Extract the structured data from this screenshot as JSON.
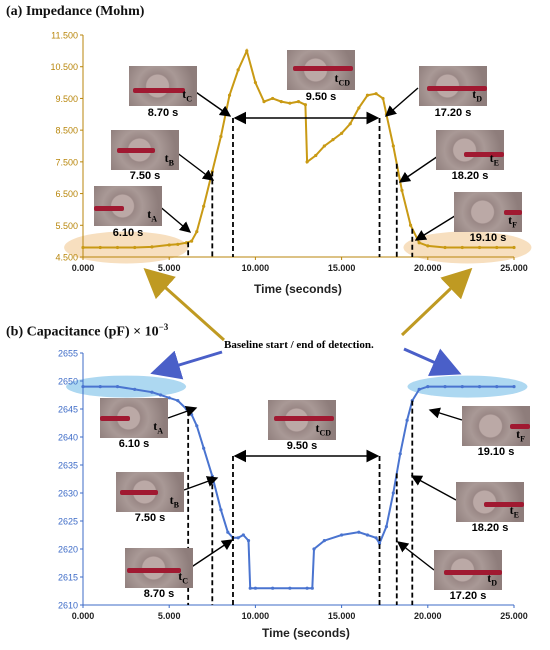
{
  "panel_a": {
    "title": "(a) Impedance (Mohm)",
    "xlabel_main": "Time",
    "xlabel_unit": "(seconds)"
  },
  "panel_b": {
    "title": "(b) Capacitance (pF) × 10",
    "title_exp": "−3",
    "xlabel_main": "Time",
    "xlabel_unit": "(seconds)"
  },
  "callout": "Baseline start / end of detection.",
  "snapshots_a": [
    {
      "id": "A",
      "sub": "A",
      "time": "6.10 s"
    },
    {
      "id": "B",
      "sub": "B",
      "time": "7.50 s"
    },
    {
      "id": "C",
      "sub": "C",
      "time": "8.70 s"
    },
    {
      "id": "CD",
      "sub": "CD",
      "time": "9.50 s"
    },
    {
      "id": "D",
      "sub": "D",
      "time": "17.20 s"
    },
    {
      "id": "E",
      "sub": "E",
      "time": "18.20 s"
    },
    {
      "id": "F",
      "sub": "F",
      "time": "19.10 s"
    }
  ],
  "snapshots_b": [
    {
      "id": "A",
      "sub": "A",
      "time": "6.10 s"
    },
    {
      "id": "B",
      "sub": "B",
      "time": "7.50 s"
    },
    {
      "id": "C",
      "sub": "C",
      "time": "8.70 s"
    },
    {
      "id": "CD",
      "sub": "CD",
      "time": "9.50 s"
    },
    {
      "id": "D",
      "sub": "D",
      "time": "17.20 s"
    },
    {
      "id": "E",
      "sub": "E",
      "time": "18.20 s"
    },
    {
      "id": "F",
      "sub": "F",
      "time": "19.10 s"
    }
  ],
  "colors": {
    "impedance": "#c99a14",
    "capacitance": "#4a74d0",
    "impedance_baseline": "#f6d9b4",
    "capacitance_baseline": "#9fd1ef",
    "callout_arrow_gold": "#bf9a22",
    "callout_arrow_blue": "#4a5fc8"
  },
  "chart_data": [
    {
      "type": "line",
      "title": "(a) Impedance (Mohm)",
      "xlabel": "Time (seconds)",
      "ylabel": "",
      "xlim": [
        0,
        25
      ],
      "ylim": [
        4.5,
        11.5
      ],
      "xticks": [
        "0.000",
        "5.000",
        "10.000",
        "15.000",
        "20.000",
        "25.000"
      ],
      "yticks": [
        "4.500",
        "5.500",
        "6.500",
        "7.500",
        "8.500",
        "9.500",
        "10.500",
        "11.500"
      ],
      "series": [
        {
          "x": [
            0,
            1,
            2,
            3,
            4,
            5,
            5.5,
            6,
            6.3,
            6.6,
            7,
            7.5,
            8,
            8.5,
            9,
            9.5,
            10,
            10.5,
            11,
            11.5,
            12,
            12.5,
            12.9,
            13,
            13.5,
            14,
            14.5,
            15,
            15.5,
            16,
            16.5,
            17,
            17.4,
            17.6,
            18,
            18.5,
            19,
            19.5,
            20,
            21,
            22,
            23,
            24,
            25
          ],
          "y": [
            4.8,
            4.8,
            4.8,
            4.8,
            4.82,
            4.88,
            4.9,
            4.95,
            5.0,
            5.3,
            6.1,
            7.2,
            8.3,
            9.6,
            10.4,
            11.0,
            10.0,
            9.4,
            9.5,
            9.4,
            9.35,
            9.4,
            9.3,
            7.5,
            7.7,
            8.0,
            8.2,
            8.4,
            8.7,
            9.2,
            9.6,
            9.65,
            9.5,
            9.0,
            8.0,
            6.6,
            5.5,
            4.95,
            4.85,
            4.8,
            4.8,
            4.8,
            4.8,
            4.8
          ]
        }
      ],
      "markers": [
        6.1,
        7.5,
        8.7,
        17.2,
        18.2,
        19.1
      ],
      "span_label": "9.50 s",
      "span": [
        8.7,
        17.2
      ]
    },
    {
      "type": "line",
      "title": "(b) Capacitance (pF) × 10−3",
      "xlabel": "Time (seconds)",
      "ylabel": "",
      "xlim": [
        0,
        25
      ],
      "ylim": [
        2610,
        2655
      ],
      "xticks": [
        "0.000",
        "5.000",
        "10.000",
        "15.000",
        "20.000",
        "25.000"
      ],
      "yticks": [
        "2610",
        "2615",
        "2620",
        "2625",
        "2630",
        "2635",
        "2640",
        "2645",
        "2650",
        "2655"
      ],
      "series": [
        {
          "x": [
            0,
            1,
            2,
            3,
            4,
            4.5,
            5,
            5.5,
            6,
            6.3,
            6.6,
            7,
            7.5,
            8,
            8.4,
            8.7,
            9,
            9.3,
            9.6,
            9.7,
            10,
            11,
            12,
            13,
            13.3,
            13.4,
            14,
            15,
            16,
            16.5,
            17,
            17.2,
            17.6,
            18,
            18.4,
            18.8,
            19.1,
            19.5,
            20,
            21,
            22,
            23,
            24,
            25
          ],
          "y": [
            2649,
            2649,
            2649,
            2648.5,
            2648,
            2647.5,
            2647,
            2646.5,
            2645,
            2644,
            2642,
            2638,
            2633,
            2627,
            2623,
            2622,
            2622,
            2622.5,
            2621.5,
            2613,
            2613,
            2613,
            2613,
            2613,
            2613,
            2620,
            2621.5,
            2622.5,
            2623,
            2622.5,
            2622,
            2621,
            2624,
            2630,
            2637,
            2643,
            2646.5,
            2648.5,
            2649,
            2649,
            2649,
            2649,
            2649,
            2649
          ]
        }
      ],
      "markers": [
        6.1,
        7.5,
        8.7,
        17.2,
        18.2,
        19.1
      ],
      "span_label": "9.50 s",
      "span": [
        8.7,
        17.2
      ]
    }
  ]
}
